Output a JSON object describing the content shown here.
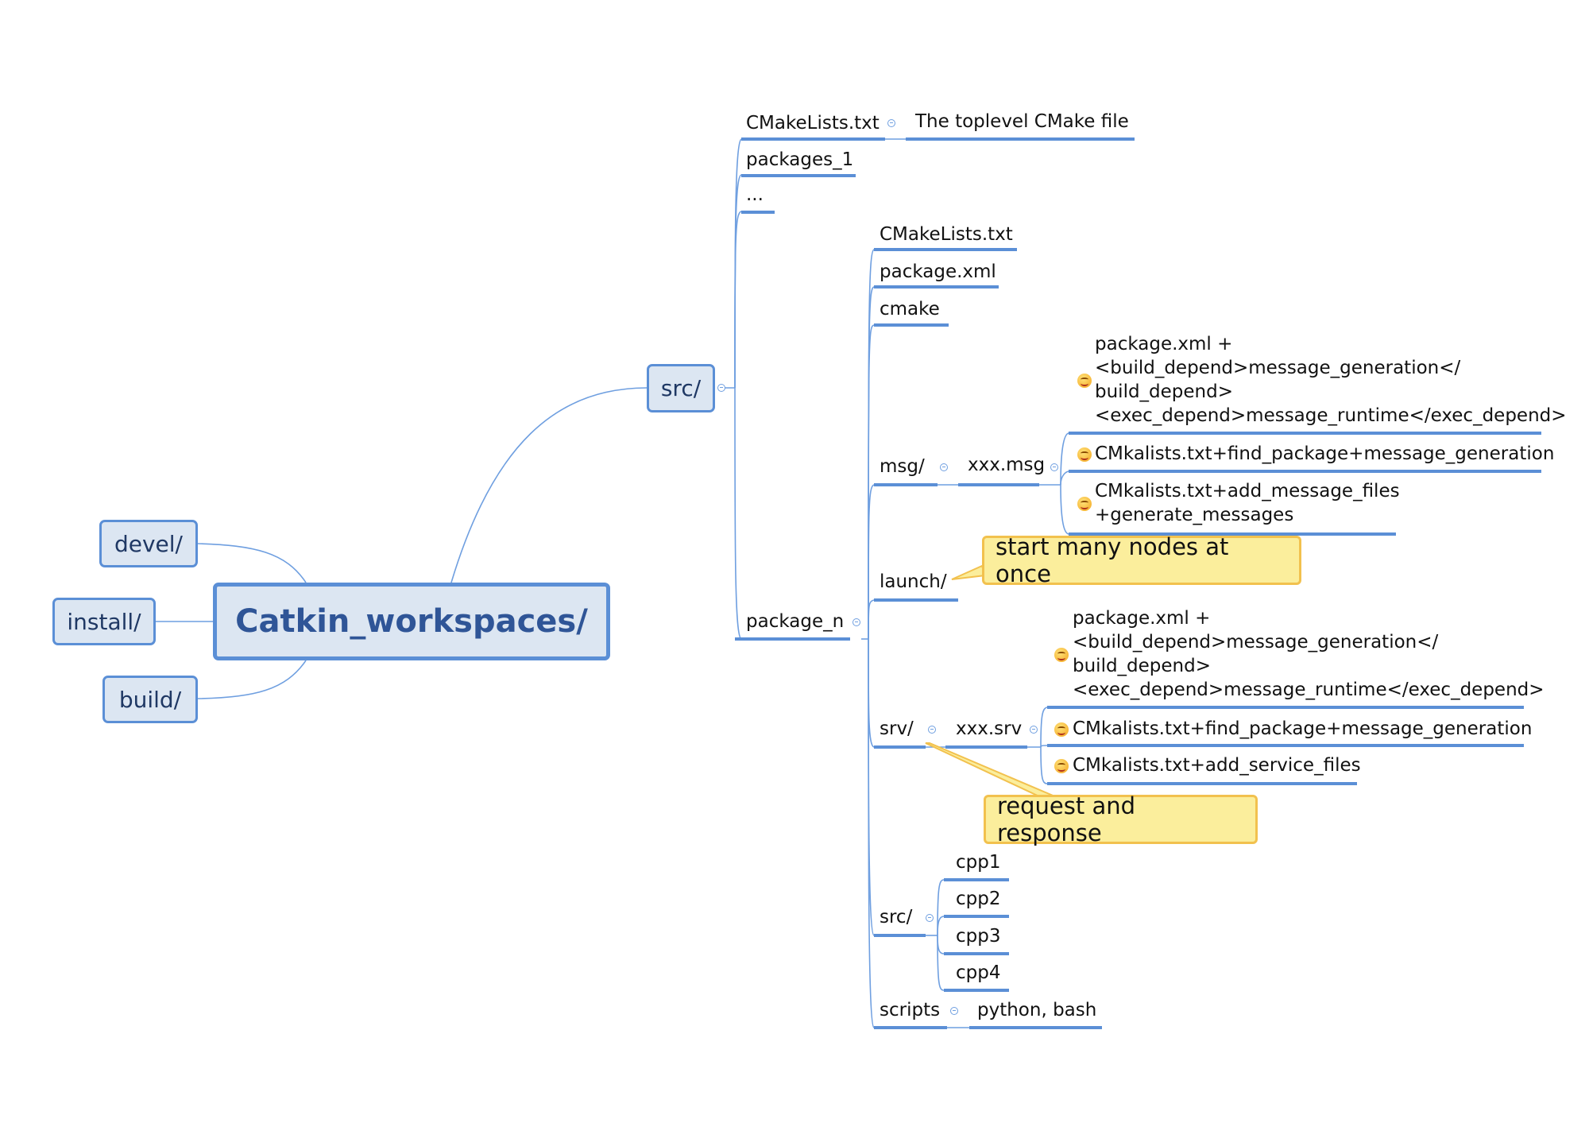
{
  "root": {
    "label": "Catkin_workspaces/"
  },
  "left_branches": [
    {
      "label": "devel/"
    },
    {
      "label": "install/"
    },
    {
      "label": "build/"
    }
  ],
  "src": {
    "label": "src/",
    "children": {
      "cmakelists": {
        "label": "CMakeLists.txt",
        "note": "The toplevel CMake file"
      },
      "packages_1": {
        "label": "packages_1"
      },
      "ellipsis": {
        "label": "..."
      },
      "package_n": {
        "label": "package_n",
        "children": {
          "cmakelists": {
            "label": "CMakeLists.txt"
          },
          "package_xml": {
            "label": "package.xml"
          },
          "cmake": {
            "label": "cmake"
          },
          "msg": {
            "label": "msg/",
            "file": "xxx.msg",
            "steps": [
              "package.xml + <build_depend>message_generation</ build_depend> <exec_depend>message_runtime</exec_depend>",
              "CMkalists.txt+find_package+message_generation",
              "CMkalists.txt+add_message_files +generate_messages"
            ]
          },
          "launch": {
            "label": "launch/",
            "callout": "start many nodes at once"
          },
          "srv": {
            "label": "srv/",
            "file": "xxx.srv",
            "callout": "request and response",
            "steps": [
              "package.xml + <build_depend>message_generation</ build_depend> <exec_depend>message_runtime</exec_depend>",
              "CMkalists.txt+find_package+message_generation",
              "CMkalists.txt+add_service_files"
            ]
          },
          "src": {
            "label": "src/",
            "files": [
              "cpp1",
              "cpp2",
              "cpp3",
              "cpp4"
            ]
          },
          "scripts": {
            "label": "scripts",
            "note": "python, bash"
          }
        }
      }
    }
  },
  "colors": {
    "branch": "#5b8fd6",
    "box_fill": "#dce6f2",
    "root_text": "#2f5597",
    "callout_fill": "#fbee9c",
    "callout_border": "#f2c14e"
  }
}
